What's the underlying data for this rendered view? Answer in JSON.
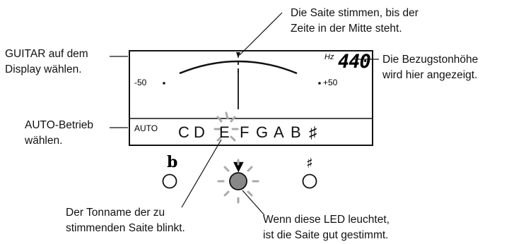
{
  "callouts": {
    "guitar_line1": "GUITAR auf dem",
    "guitar_line2": "Display wählen.",
    "auto_line1": "AUTO-Betrieb",
    "auto_line2": "wählen.",
    "tune_line1": "Die Saite stimmen, bis der",
    "tune_line2": "Zeite in der Mitte steht.",
    "ref_line1": "Die Bezugstonhöhe",
    "ref_line2": "wird hier angezeigt.",
    "blink_line1": "Der Tonname der zu",
    "blink_line2": "stimmenden Saite blinkt.",
    "led_line1": "Wenn diese LED leuchtet,",
    "led_line2": "ist die Saite gut gestimmt."
  },
  "display": {
    "hz_unit": "Hz",
    "hz_value": "440",
    "scale_min": "-50",
    "scale_max": "+50",
    "mode": "AUTO",
    "notes": [
      "C",
      "D",
      "E",
      "F",
      "G",
      "A",
      "B",
      "♯"
    ],
    "blinking_note": "E"
  },
  "leds": {
    "flat_symbol": "b",
    "sharp_symbol": "♯",
    "center_marker": "▼"
  }
}
